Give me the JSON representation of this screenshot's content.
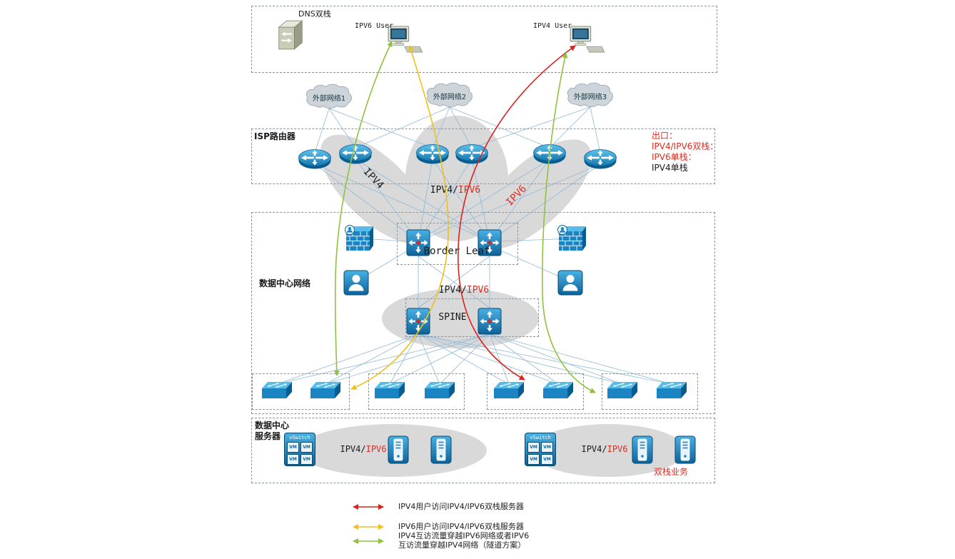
{
  "colors": {
    "flow-red": "#d9231f",
    "flow-yellow": "#eec11b",
    "flow-green": "#8fc23c",
    "link-blue": "#8fb9da",
    "blob-gray": "#d9d9d9",
    "text-red": "#e02b20"
  },
  "top_zone": {
    "dns_label": "DNS双栈",
    "ipv6_user_label": "IPV6 User",
    "ipv4_user_label": "IPV4 User"
  },
  "external_networks": {
    "cloud1_label": "外部网络1",
    "cloud2_label": "外部网络2",
    "cloud3_label": "外部网络3"
  },
  "isp_zone": {
    "title": "ISP路由器",
    "exit_legend": {
      "line1": "出口：",
      "line2": "IPV4/IPV6双栈：",
      "line3": "IPV6单栈：",
      "line4": "IPV4单栈"
    }
  },
  "path_labels": {
    "left_blob": "IPV4",
    "middle_blob_black": "IPV4/",
    "middle_blob_red": "IPV6",
    "right_blob": "IPV6"
  },
  "datacenter_zone": {
    "title": "数据中心网络",
    "border_leaf_label": "Border Leaf",
    "core_label_black": "IPV4/",
    "core_label_red": "IPV6",
    "spine_label": "SPINE"
  },
  "server_zone": {
    "title_line1": "数据中心",
    "title_line2": "服务器",
    "vswitch_label": "vSwitch",
    "vm_label": "VM",
    "group1_label_black": "IPV4/",
    "group1_label_red": "IPV6",
    "group2_label_black": "IPV4/",
    "group2_label_red": "IPV6",
    "dual_stack_label": "双栈业务"
  },
  "flow_legend": {
    "red_text": "IPV4用户访问IPV4/IPV6双栈服务器",
    "yellow_text": "IPV6用户访问IPV4/IPV6双栈服务器",
    "green_text_line1": "IPV4互访流量穿越IPV6网络或者IPV6",
    "green_text_line2": "互访流量穿越IPV4网络（隧道方案）"
  }
}
